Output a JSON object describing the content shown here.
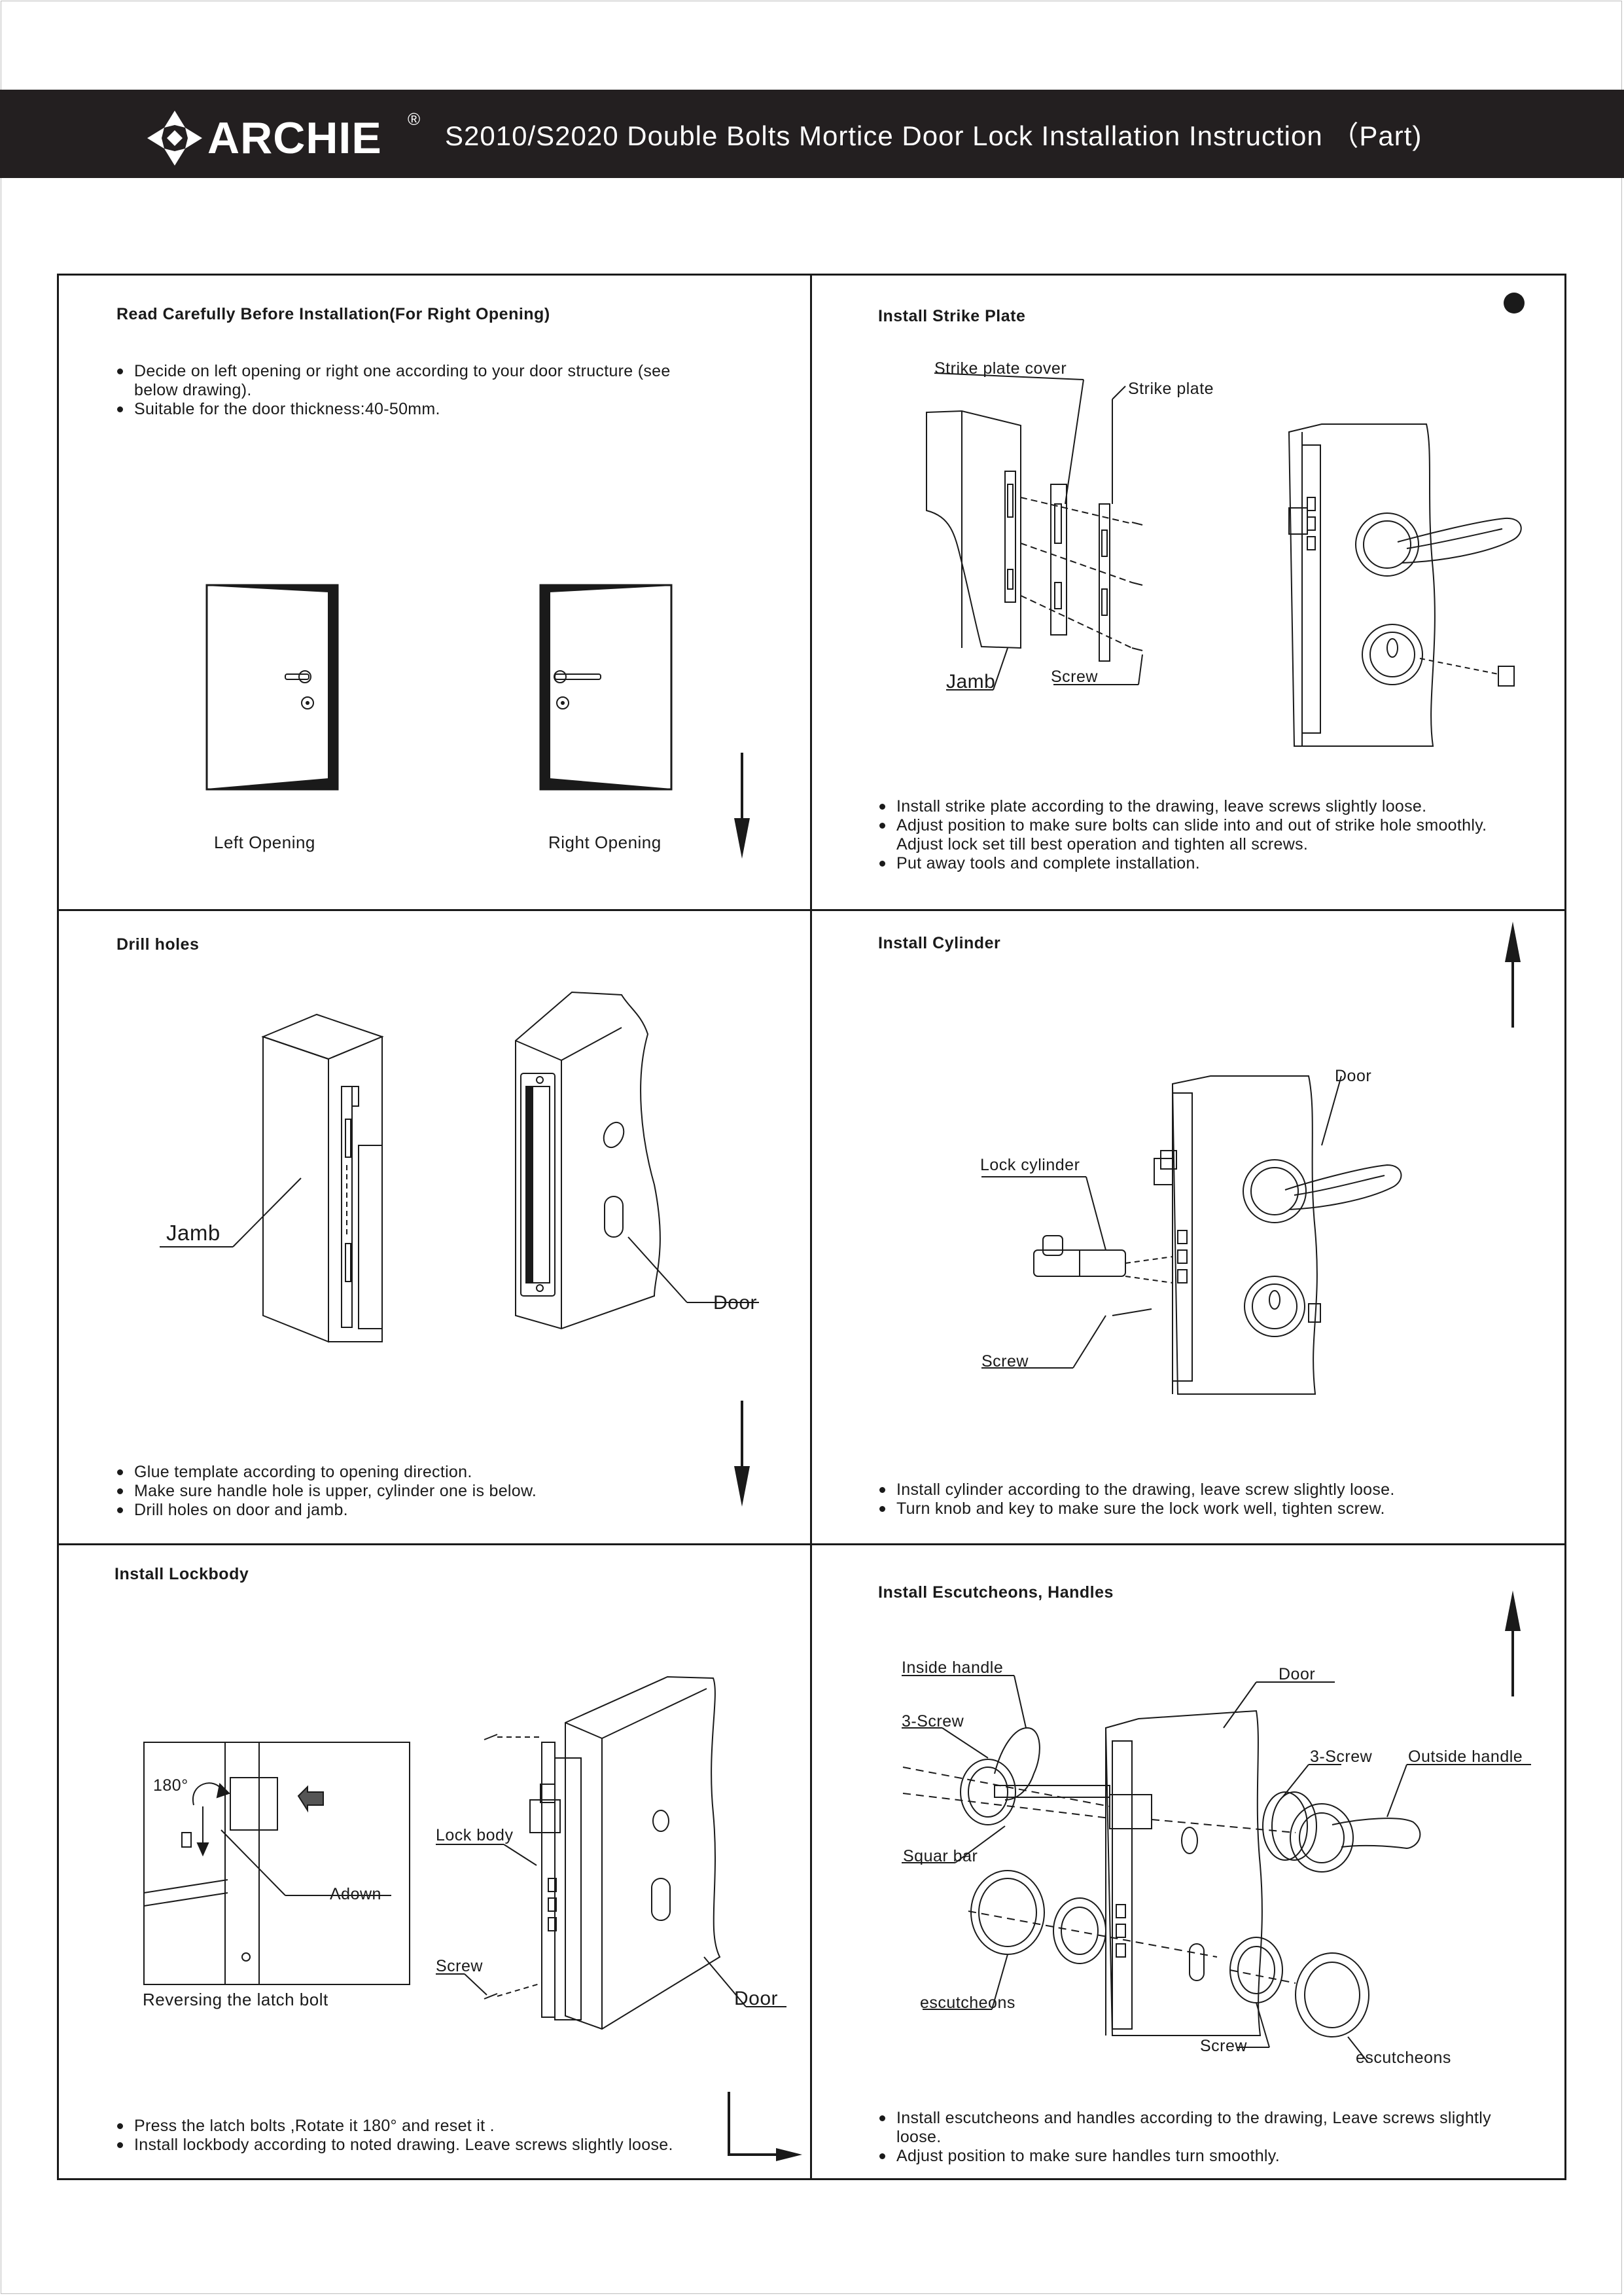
{
  "header": {
    "brand": "ARCHIE",
    "registered_mark": "®",
    "title": "S2010/S2020 Double  Bolts  Mortice  Door Lock Installation Instruction （Part)"
  },
  "panels": {
    "read_before": {
      "title": "Read Carefully Before Installation(For Right Opening)",
      "bullets": [
        "Decide on left opening or right one according to your door structure (see below drawing).",
        "Suitable for the door thickness:40-50mm."
      ],
      "captions": [
        "Left  Opening",
        "Right  Opening"
      ]
    },
    "strike_plate": {
      "title": "Install Strike Plate",
      "labels": {
        "cover": "Strike plate cover",
        "plate": "Strike plate",
        "jamb": "Jamb",
        "screw": "Screw"
      },
      "bullets": [
        "Install strike plate according to the drawing, leave screws slightly loose.",
        "Adjust position to make sure bolts can slide into and out of strike hole smoothly. Adjust lock set till best operation and tighten all screws.",
        "Put away tools and complete installation."
      ]
    },
    "drill_holes": {
      "title": "Drill holes",
      "labels": {
        "jamb": "Jamb",
        "door": "Door"
      },
      "bullets": [
        "Glue template according to opening direction.",
        "Make sure handle hole is upper, cylinder one is below.",
        "Drill holes on door and jamb."
      ]
    },
    "cylinder": {
      "title": "Install Cylinder",
      "labels": {
        "door": "Door",
        "lock_cylinder": "Lock cylinder",
        "screw": "Screw"
      },
      "bullets": [
        "Install cylinder according to the drawing, leave screw slightly loose.",
        "Turn knob and key to make sure the lock work well, tighten screw."
      ]
    },
    "lockbody": {
      "title": "Install Lockbody",
      "labels": {
        "angle": "180°",
        "adown": "Adown",
        "reversing": "Reversing the latch bolt",
        "lock_body": "Lock body",
        "screw": "Screw",
        "door": "Door"
      },
      "bullets": [
        "Press the latch bolts ,Rotate it 180° and reset it .",
        "Install lockbody according to noted drawing. Leave screws slightly loose."
      ]
    },
    "escutcheons": {
      "title": "Install Escutcheons, Handles",
      "labels": {
        "inside_handle": "Inside handle",
        "door": "Door",
        "three_screw_left": "3-Screw",
        "three_screw_right": "3-Screw",
        "outside_handle": "Outside handle",
        "squar_bar": "Squar bar",
        "escutcheons_left": "escutcheons",
        "screw": "Screw",
        "escutcheons_right": "escutcheons"
      },
      "bullets": [
        "Install escutcheons and handles according to the drawing, Leave screws slightly loose.",
        "Adjust position to make sure handles turn smoothly."
      ]
    }
  },
  "icons": [
    "archie-logo-icon",
    "arrow-down-icon",
    "arrow-up-icon",
    "corner-arrow-icon",
    "bullet-dot-icon"
  ]
}
